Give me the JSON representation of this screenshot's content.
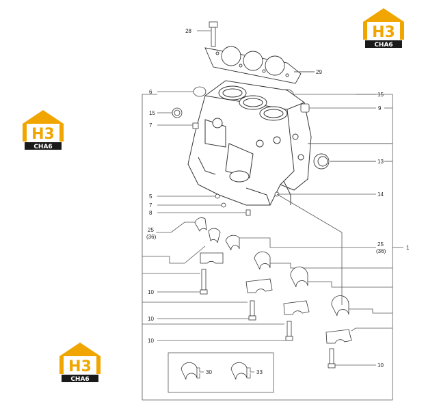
{
  "callouts": {
    "n28": "28",
    "n29": "29",
    "n6": "6",
    "n15_left": "15",
    "n15_right": "15",
    "n9": "9",
    "n7_top": "7",
    "n13": "13",
    "n14": "14",
    "n5": "5",
    "n7_mid": "7",
    "n8": "8",
    "n25_left": "25",
    "n36_left": "(36)",
    "n25_right": "25",
    "n36_right": "(36)",
    "n1": "1",
    "n10_a": "10",
    "n10_b": "10",
    "n10_c": "10",
    "n10_d": "10",
    "n30": "30",
    "n33": "33"
  },
  "watermark": {
    "letters": "H3",
    "subtext": "CHA6",
    "colors": {
      "roof": "#f0a500",
      "letters": "#f0a500",
      "band": "#1a1a1a",
      "subtext": "#ffffff"
    }
  },
  "colors": {
    "line": "#555555",
    "part": "#333333"
  }
}
